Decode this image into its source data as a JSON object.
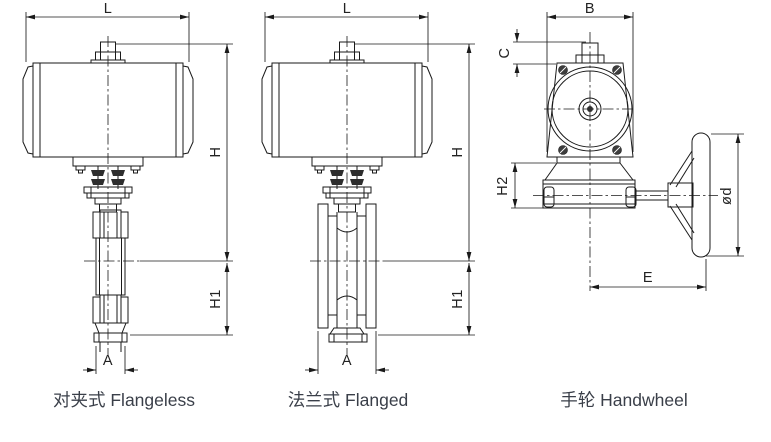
{
  "figure": {
    "background": "#ffffff",
    "line_color": "#1a1a1a",
    "dimension_label_color": "#222222",
    "caption_color": "#3a3f49"
  },
  "views": [
    {
      "id": "flangeless",
      "caption": "对夹式 Flangeless",
      "dims": {
        "L": "L",
        "H": "H",
        "H1": "H1",
        "A": "A"
      }
    },
    {
      "id": "flanged",
      "caption": "法兰式 Flanged",
      "dims": {
        "L": "L",
        "H": "H",
        "H1": "H1",
        "A": "A"
      }
    },
    {
      "id": "handwheel",
      "caption": "手轮 Handwheel",
      "dims": {
        "B": "B",
        "C": "C",
        "H2": "H2",
        "d": "ød",
        "E": "E"
      }
    }
  ]
}
